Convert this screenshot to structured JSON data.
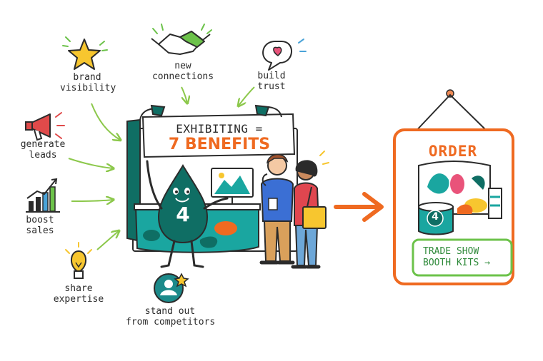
{
  "benefits": {
    "brand_visibility": [
      "brand",
      "visibility"
    ],
    "new_connections": [
      "new",
      "connections"
    ],
    "build_trust": [
      "build",
      "trust"
    ],
    "generate_leads": [
      "generate",
      "leads"
    ],
    "boost_sales": [
      "boost",
      "sales"
    ],
    "share_expertise": [
      "share",
      "expertise"
    ],
    "stand_out": [
      "stand out",
      "from competitors"
    ]
  },
  "booth": {
    "banner_line1": "EXHIBITING =",
    "banner_line2": "7 BENEFITS",
    "mascot_number": "4"
  },
  "order_sign": {
    "title": "ORDER",
    "drum_number": "4",
    "button_line1": "TRADE SHOW",
    "button_line2": "BOOTH KITS →"
  },
  "colors": {
    "teal": "#0f6e64",
    "orange": "#ef6a21",
    "green": "#6cc24a",
    "yellow": "#f7c62f",
    "pink": "#e9537a",
    "outline": "#2b2b2b"
  },
  "icons": [
    "star-icon",
    "handshake-icon",
    "heart-speech-bubble-icon",
    "megaphone-icon",
    "bar-chart-icon",
    "lightbulb-icon",
    "person-star-badge-icon",
    "lamp-icon",
    "monitor-icon",
    "arrow-right-icon"
  ]
}
